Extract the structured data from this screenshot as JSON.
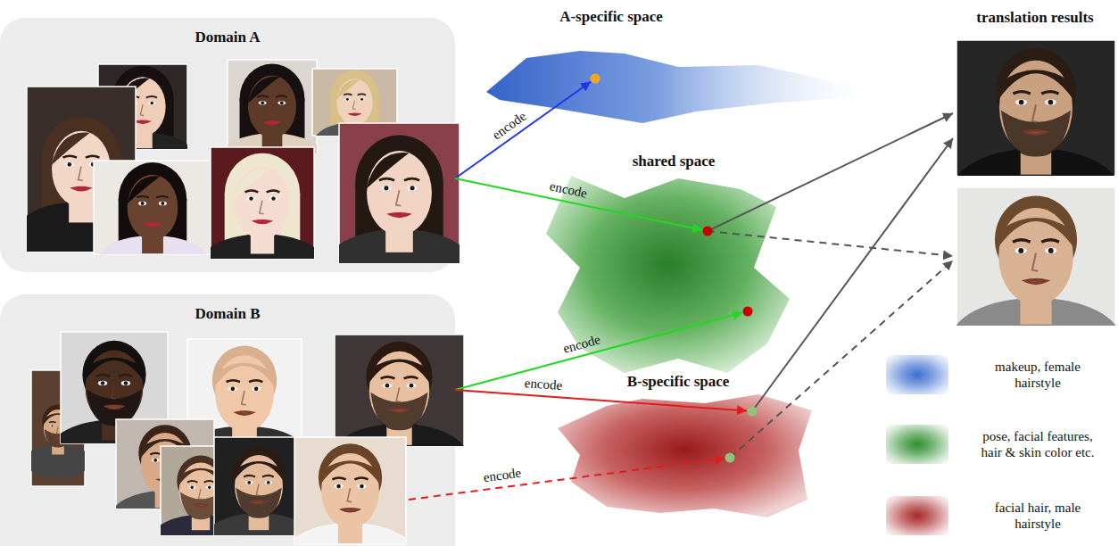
{
  "diagram": {
    "nodes": [
      {
        "text": [
          "Domain A"
        ]
      },
      {
        "text": [
          "Domain B"
        ]
      },
      {
        "text": [
          "A-specific space"
        ]
      },
      {
        "text": [
          "shared space"
        ]
      },
      {
        "text": [
          "B-specific space"
        ]
      },
      {
        "text": [
          "translation results"
        ]
      }
    ],
    "edges": [
      {
        "from": 0,
        "to": 2,
        "label": "encode",
        "arrow": "to"
      },
      {
        "from": 0,
        "to": 3,
        "label": "encode",
        "arrow": "to"
      },
      {
        "from": 1,
        "to": 3,
        "label": "encode",
        "arrow": "to"
      },
      {
        "from": 1,
        "to": 4,
        "label": "encode",
        "arrow": "to"
      },
      {
        "from": 1,
        "to": 4,
        "label": "encode",
        "arrow": "to"
      },
      {
        "from": 3,
        "to": 5,
        "arrow": "to"
      },
      {
        "from": 3,
        "to": 5,
        "arrow": "to"
      },
      {
        "from": 4,
        "to": 5,
        "arrow": "to"
      },
      {
        "from": 4,
        "to": 5,
        "arrow": "to"
      }
    ],
    "legend": [
      {
        "text": "makeup, female hairstyle",
        "color": "#3d6fd0"
      },
      {
        "text": "pose, facial features, hair & skin color etc.",
        "color": "#2f8f2f"
      },
      {
        "text": "facial hair, male hairstyle",
        "color": "#a82828"
      }
    ]
  }
}
